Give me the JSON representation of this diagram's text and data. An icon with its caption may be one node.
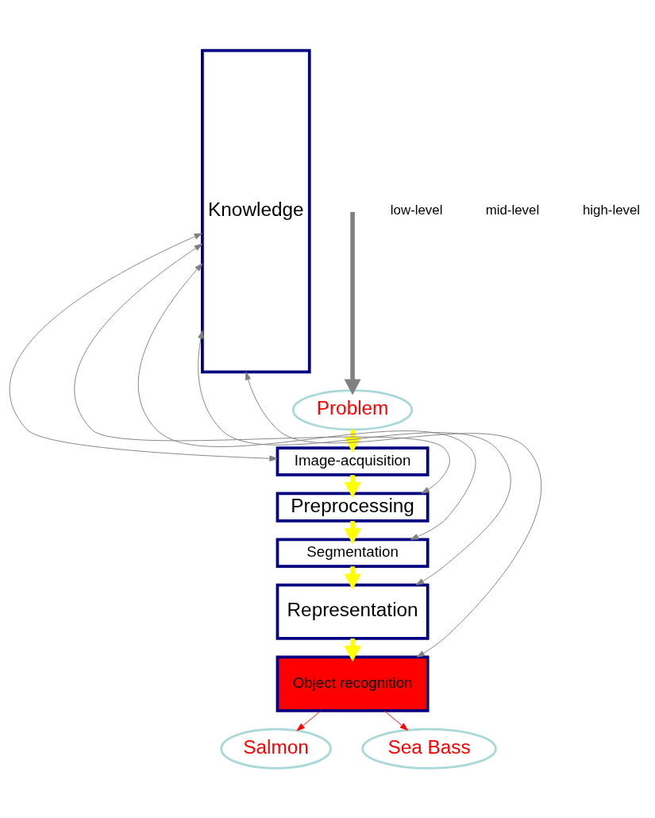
{
  "diagram": {
    "nodes": [
      {
        "text": [
          "Problem"
        ]
      },
      {
        "text": [
          "Image-acquisition"
        ]
      },
      {
        "text": [
          "Preprocessing"
        ]
      },
      {
        "text": [
          "Segmentation"
        ]
      },
      {
        "text": [
          "Representation"
        ]
      },
      {
        "text": [
          "Object recognition"
        ]
      },
      {
        "text": [
          "Knowledge"
        ]
      },
      {
        "text": [
          "Salmon"
        ]
      },
      {
        "text": [
          "Sea Bass"
        ]
      }
    ],
    "edges": [
      {
        "from": null,
        "to": 0,
        "arrow": "to",
        "style": "thick",
        "color": "#808080"
      },
      {
        "from": 0,
        "to": 1,
        "arrow": "to",
        "style": "thick",
        "color": "#ffff00"
      },
      {
        "from": 1,
        "to": 2,
        "arrow": "to",
        "style": "thick",
        "color": "#ffff00"
      },
      {
        "from": 2,
        "to": 3,
        "arrow": "to",
        "style": "thick",
        "color": "#ffff00"
      },
      {
        "from": 3,
        "to": 4,
        "arrow": "to",
        "style": "thick",
        "color": "#ffff00"
      },
      {
        "from": 4,
        "to": 5,
        "arrow": "to",
        "style": "thick",
        "color": "#ffff00"
      },
      {
        "from": 1,
        "to": 6,
        "arrow": "both"
      },
      {
        "from": 2,
        "to": 6,
        "arrow": "both"
      },
      {
        "from": 3,
        "to": 6,
        "arrow": "both"
      },
      {
        "from": 4,
        "to": 6,
        "arrow": "both"
      },
      {
        "from": 5,
        "to": 6,
        "arrow": "both"
      },
      {
        "from": 5,
        "to": 7,
        "arrow": "to",
        "color": "#ff0000"
      },
      {
        "from": 5,
        "to": 8,
        "arrow": "to",
        "color": "#ff0000"
      }
    ],
    "labels": [
      "low-level",
      "mid-level",
      "high-level"
    ]
  }
}
